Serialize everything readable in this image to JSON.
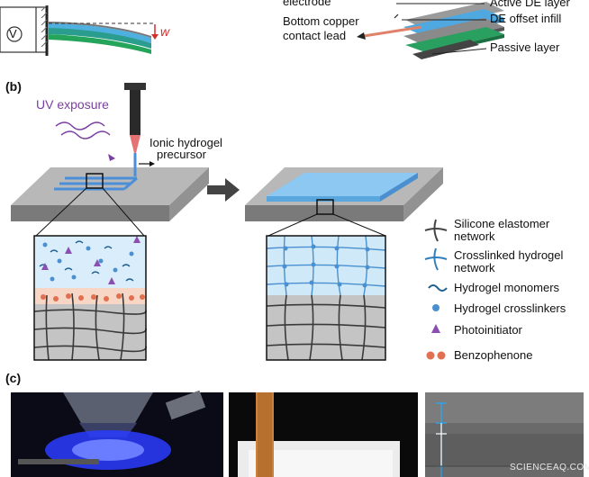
{
  "panel_a": {
    "voltage_symbol": "V",
    "deflection_symbol": "w",
    "labels": {
      "electrode": "electrode",
      "active_de": "Active DE layer",
      "bottom_copper": "Bottom copper",
      "contact_lead": "contact lead",
      "de_offset": "DE offset infill",
      "passive": "Passive layer"
    }
  },
  "panel_b": {
    "tag": "(b)",
    "uv_label": "UV exposure",
    "precursor_line1": "Ionic hydrogel",
    "precursor_line2": "precursor",
    "legend": [
      {
        "icon": "silicone-elastomer-network-icon",
        "line1": "Silicone elastomer",
        "line2": "network",
        "color": "#444444"
      },
      {
        "icon": "crosslinked-hydrogel-network-icon",
        "line1": "Crosslinked hydrogel",
        "line2": "network",
        "color": "#2f7fbf"
      },
      {
        "icon": "hydrogel-monomer-icon",
        "line1": "Hydrogel monomers",
        "line2": "",
        "color": "#1f5f8f"
      },
      {
        "icon": "hydrogel-crosslinker-icon",
        "line1": "Hydrogel crosslinkers",
        "line2": "",
        "color": "#4a90d0"
      },
      {
        "icon": "photoinitiator-icon",
        "line1": "Photoinitiator",
        "line2": "",
        "color": "#8a4fb0"
      },
      {
        "icon": "benzophenone-icon",
        "line1": "Benzophenone",
        "line2": "",
        "color": "#e07050"
      }
    ]
  },
  "panel_c": {
    "tag": "(c)"
  },
  "watermark": "SCIENCEAQ.COM"
}
